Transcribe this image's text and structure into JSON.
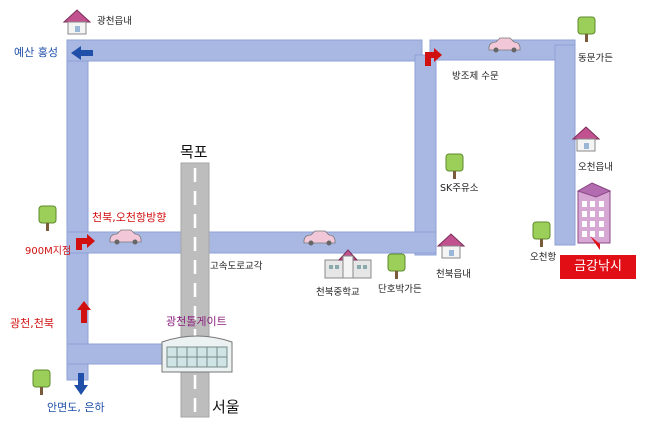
{
  "labels": {
    "gwangcheon_eup_top": "광천읍내",
    "yesan_hongseong": "예산 홍성",
    "bangjoje": "방조제 수문",
    "dongmun": "동문가든",
    "mokpo": "목포",
    "ocheon_eup": "오천읍내",
    "sk_station": "SK주유소",
    "cheonbuk_ocheon_dir": "천북,오천항방향",
    "point_900m": "900M지점",
    "expressway_cross": "고속도로교각",
    "ocheon_port": "오천항",
    "cheonbuk_eup": "천북읍내",
    "cheonbuk_middle": "천북중학교",
    "danhobak": "단호박가든",
    "gwangcheon_cheonbuk": "광천,천북",
    "tollgate": "광천톨게이트",
    "anmyeon_eunha": "안면도, 은하",
    "seoul": "서울",
    "destination": "금강낚시"
  },
  "colors": {
    "road": "#a9b8e3",
    "road_edge": "#8ea1d6",
    "highway": "#bdbdbd",
    "red": "#d11010",
    "blue": "#1f4fa8",
    "destination_bg": "#e10e16"
  }
}
